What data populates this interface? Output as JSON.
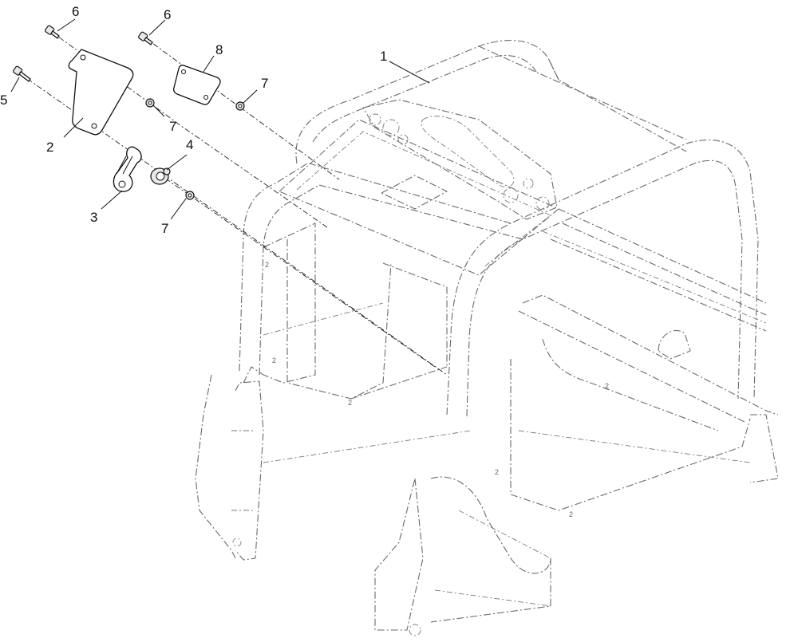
{
  "diagram": {
    "callouts": [
      {
        "id": "c1",
        "label": "1",
        "part": "frame"
      },
      {
        "id": "c2",
        "label": "2",
        "part": "cover-plate"
      },
      {
        "id": "c3",
        "label": "3",
        "part": "latch-spring"
      },
      {
        "id": "c4",
        "label": "4",
        "part": "grommet"
      },
      {
        "id": "c5",
        "label": "5",
        "part": "screw"
      },
      {
        "id": "c6a",
        "label": "6",
        "part": "screw"
      },
      {
        "id": "c6b",
        "label": "6",
        "part": "screw"
      },
      {
        "id": "c7a",
        "label": "7",
        "part": "nut"
      },
      {
        "id": "c7b",
        "label": "7",
        "part": "nut"
      },
      {
        "id": "c7c",
        "label": "7",
        "part": "nut"
      },
      {
        "id": "c8",
        "label": "8",
        "part": "small-plate"
      }
    ],
    "frame_marks": [
      "2",
      "2",
      "2",
      "2",
      "2",
      "2"
    ]
  },
  "style": {
    "line_color": "#111111",
    "phantom_color": "#6a6a6a",
    "background": "#ffffff"
  }
}
